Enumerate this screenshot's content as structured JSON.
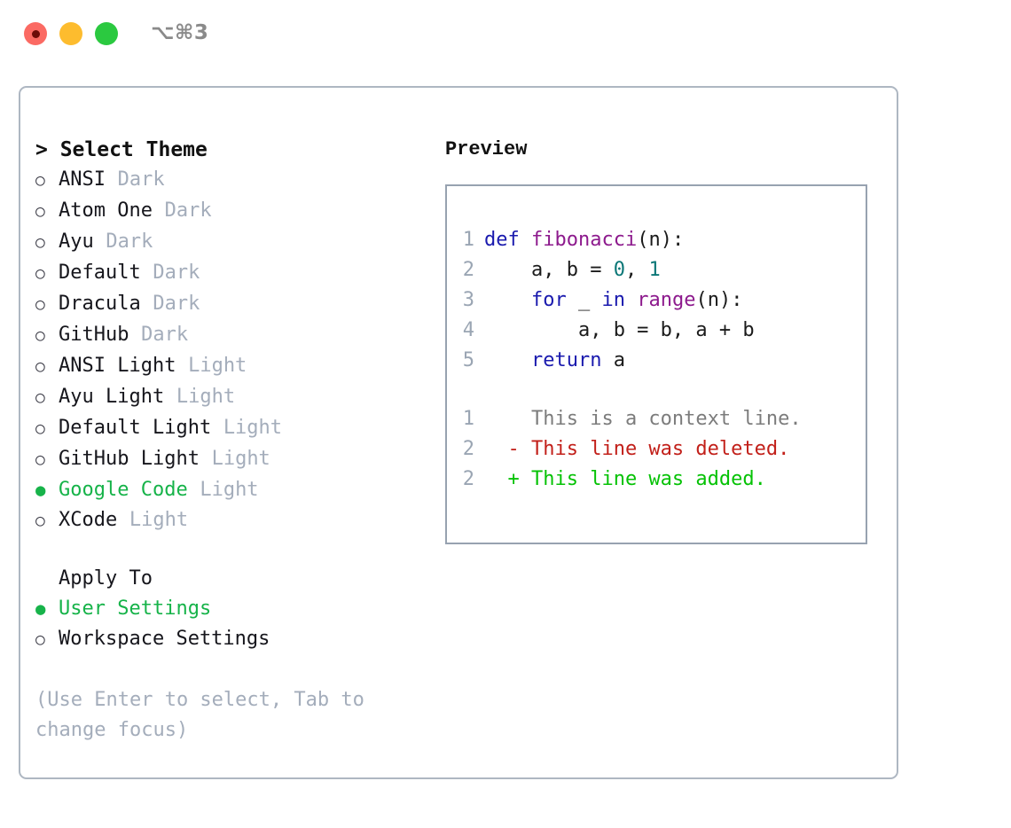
{
  "titlebar": {
    "buttons": [
      {
        "name": "close",
        "color": "#fb6a63",
        "recording": true
      },
      {
        "name": "minimize",
        "color": "#fdbc2e",
        "recording": false
      },
      {
        "name": "zoom",
        "color": "#2bc940",
        "recording": false
      }
    ],
    "shortcut": "⌥⌘3"
  },
  "theme_panel": {
    "heading": "> Select Theme",
    "bullet_unselected": "○",
    "bullet_selected": "●",
    "items": [
      {
        "name": "ANSI",
        "variant": "Dark",
        "selected": false
      },
      {
        "name": "Atom One",
        "variant": "Dark",
        "selected": false
      },
      {
        "name": "Ayu",
        "variant": "Dark",
        "selected": false
      },
      {
        "name": "Default",
        "variant": "Dark",
        "selected": false
      },
      {
        "name": "Dracula",
        "variant": "Dark",
        "selected": false
      },
      {
        "name": "GitHub",
        "variant": "Dark",
        "selected": false
      },
      {
        "name": "ANSI Light",
        "variant": "Light",
        "selected": false
      },
      {
        "name": "Ayu Light",
        "variant": "Light",
        "selected": false
      },
      {
        "name": "Default Light",
        "variant": "Light",
        "selected": false
      },
      {
        "name": "GitHub Light",
        "variant": "Light",
        "selected": false
      },
      {
        "name": "Google Code",
        "variant": "Light",
        "selected": true
      },
      {
        "name": "XCode",
        "variant": "Light",
        "selected": false
      }
    ]
  },
  "apply_to": {
    "heading": "Apply To",
    "options": [
      {
        "label": "User Settings",
        "selected": true
      },
      {
        "label": "Workspace Settings",
        "selected": false
      }
    ]
  },
  "hint": "(Use Enter to select, Tab to change focus)",
  "preview": {
    "heading": "Preview",
    "code_lines": [
      {
        "number": "1",
        "tokens": [
          {
            "t": "def ",
            "c": "kw"
          },
          {
            "t": "fibonacci",
            "c": "fn"
          },
          {
            "t": "(n):",
            "c": "plain"
          }
        ]
      },
      {
        "number": "2",
        "tokens": [
          {
            "t": "    a, b = ",
            "c": "plain"
          },
          {
            "t": "0",
            "c": "num"
          },
          {
            "t": ", ",
            "c": "plain"
          },
          {
            "t": "1",
            "c": "num"
          }
        ]
      },
      {
        "number": "3",
        "tokens": [
          {
            "t": "    ",
            "c": "plain"
          },
          {
            "t": "for",
            "c": "kw"
          },
          {
            "t": " _ ",
            "c": "plain"
          },
          {
            "t": "in",
            "c": "kw"
          },
          {
            "t": " ",
            "c": "plain"
          },
          {
            "t": "range",
            "c": "fn"
          },
          {
            "t": "(n):",
            "c": "plain"
          }
        ]
      },
      {
        "number": "4",
        "tokens": [
          {
            "t": "        a, b = b, a + b",
            "c": "plain"
          }
        ]
      },
      {
        "number": "5",
        "tokens": [
          {
            "t": "    ",
            "c": "plain"
          },
          {
            "t": "return",
            "c": "kw"
          },
          {
            "t": " a",
            "c": "plain"
          }
        ]
      }
    ],
    "diff_lines": [
      {
        "number": "1",
        "marker": "  ",
        "text": "This is a context line.",
        "kind": "context"
      },
      {
        "number": "2",
        "marker": "- ",
        "text": "This line was deleted.",
        "kind": "del"
      },
      {
        "number": "2",
        "marker": "+ ",
        "text": "This line was added.",
        "kind": "add"
      }
    ]
  },
  "colors": {
    "accent_green": "#16b349",
    "muted": "#a4adbb",
    "panel_border": "#aeb7c2",
    "preview_border": "#97a2b0",
    "keyword": "#1a1aae",
    "function": "#8d1a8d",
    "number": "#0b7777",
    "diff_delete": "#c2201a",
    "diff_add": "#05c205",
    "gutter": "#9aa5b3"
  }
}
